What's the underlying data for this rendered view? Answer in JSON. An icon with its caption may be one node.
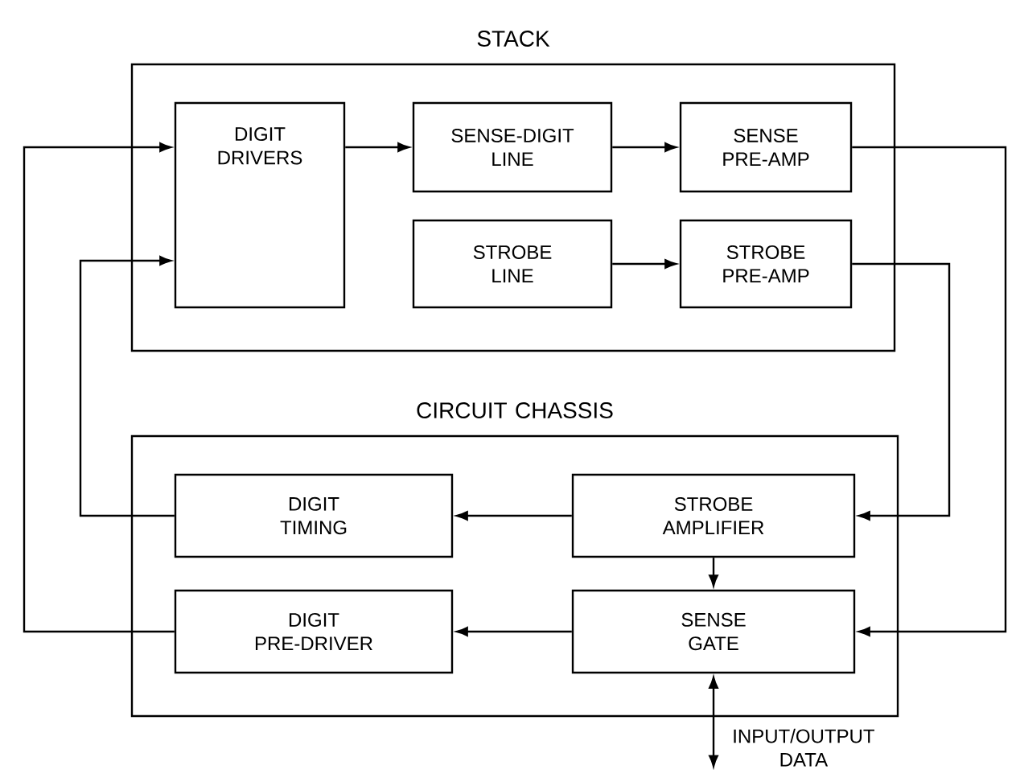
{
  "diagram": {
    "nodes": [
      {
        "text": [
          "STACK"
        ]
      },
      {
        "text": [
          "DIGIT DRIVERS"
        ],
        "in": 0
      },
      {
        "text": [
          "SENSE-DIGIT LINE"
        ],
        "in": 0
      },
      {
        "text": [
          "SENSE PRE-AMP"
        ],
        "in": 0
      },
      {
        "text": [
          "STROBE LINE"
        ],
        "in": 0
      },
      {
        "text": [
          "STROBE PRE-AMP"
        ],
        "in": 0
      },
      {
        "text": [
          "CIRCUIT CHASSIS"
        ]
      },
      {
        "text": [
          "DIGIT TIMING"
        ],
        "in": 6
      },
      {
        "text": [
          "STROBE AMPLIFIER"
        ],
        "in": 6
      },
      {
        "text": [
          "DIGIT PRE-DRIVER"
        ],
        "in": 6
      },
      {
        "text": [
          "SENSE GATE"
        ],
        "in": 6
      }
    ],
    "edges": [
      {
        "from": 1,
        "to": 2,
        "arrow": "to"
      },
      {
        "from": 2,
        "to": 3,
        "arrow": "to"
      },
      {
        "from": 4,
        "to": 5,
        "arrow": "to"
      },
      {
        "from": 3,
        "to": 10,
        "arrow": "to"
      },
      {
        "from": 5,
        "to": 8,
        "arrow": "to"
      },
      {
        "from": 8,
        "to": 7,
        "arrow": "to"
      },
      {
        "from": 8,
        "to": 10,
        "arrow": "to"
      },
      {
        "from": 10,
        "to": 9,
        "arrow": "to"
      },
      {
        "from": 7,
        "to": 1,
        "arrow": "to"
      },
      {
        "from": 9,
        "to": 1,
        "arrow": "to"
      },
      {
        "from": 10,
        "to": null,
        "arrow": "both",
        "label": "INPUT/OUTPUT DATA"
      }
    ]
  }
}
